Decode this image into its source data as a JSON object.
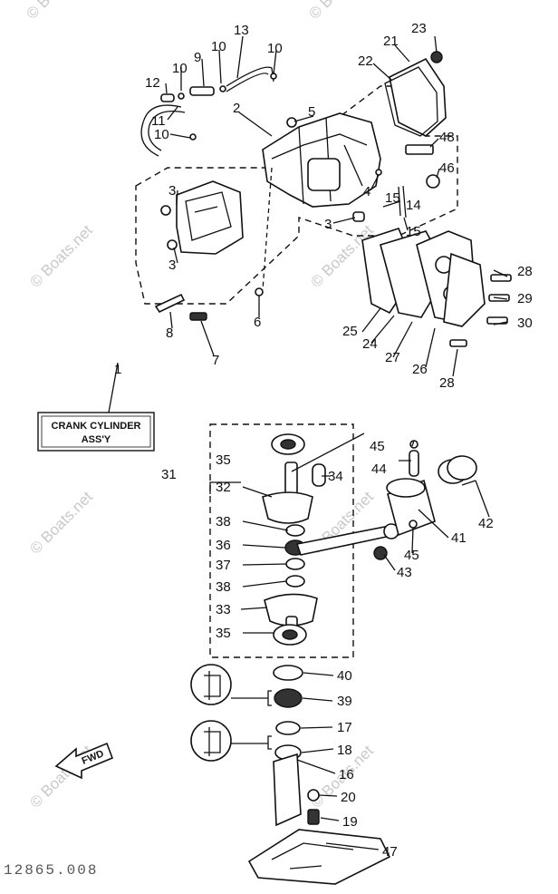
{
  "callout_box": {
    "line1": "CRANK CYLINDER",
    "line2": "ASS'Y"
  },
  "watermark_text": "© Boats.net",
  "fwd_label": "FWD",
  "footer_code": "12865.008",
  "labels": [
    {
      "id": "l23",
      "text": "23"
    },
    {
      "id": "l21",
      "text": "21"
    },
    {
      "id": "l22",
      "text": "22"
    },
    {
      "id": "l13",
      "text": "13"
    },
    {
      "id": "l10a",
      "text": "10"
    },
    {
      "id": "l9",
      "text": "9"
    },
    {
      "id": "l10b",
      "text": "10"
    },
    {
      "id": "l10c",
      "text": "10"
    },
    {
      "id": "l12",
      "text": "12"
    },
    {
      "id": "l11",
      "text": "11"
    },
    {
      "id": "l10d",
      "text": "10"
    },
    {
      "id": "l2",
      "text": "2"
    },
    {
      "id": "l5",
      "text": "5"
    },
    {
      "id": "l48",
      "text": "48"
    },
    {
      "id": "l46",
      "text": "46"
    },
    {
      "id": "l3a",
      "text": "3"
    },
    {
      "id": "l4",
      "text": "4"
    },
    {
      "id": "l15a",
      "text": "15"
    },
    {
      "id": "l14",
      "text": "14"
    },
    {
      "id": "l3b",
      "text": "3"
    },
    {
      "id": "l15b",
      "text": "15"
    },
    {
      "id": "l3c",
      "text": "3"
    },
    {
      "id": "l28a",
      "text": "28"
    },
    {
      "id": "l29",
      "text": "29"
    },
    {
      "id": "l30",
      "text": "30"
    },
    {
      "id": "l8",
      "text": "8"
    },
    {
      "id": "l6",
      "text": "6"
    },
    {
      "id": "l25",
      "text": "25"
    },
    {
      "id": "l24",
      "text": "24"
    },
    {
      "id": "l27",
      "text": "27"
    },
    {
      "id": "l26",
      "text": "26"
    },
    {
      "id": "l28b",
      "text": "28"
    },
    {
      "id": "l7",
      "text": "7"
    },
    {
      "id": "l1",
      "text": "1"
    },
    {
      "id": "l45a",
      "text": "45"
    },
    {
      "id": "l35a",
      "text": "35"
    },
    {
      "id": "l31",
      "text": "31"
    },
    {
      "id": "l32",
      "text": "32"
    },
    {
      "id": "l34",
      "text": "34"
    },
    {
      "id": "l44",
      "text": "44"
    },
    {
      "id": "l42",
      "text": "42"
    },
    {
      "id": "l38a",
      "text": "38"
    },
    {
      "id": "l36",
      "text": "36"
    },
    {
      "id": "l41",
      "text": "41"
    },
    {
      "id": "l45b",
      "text": "45"
    },
    {
      "id": "l37",
      "text": "37"
    },
    {
      "id": "l43",
      "text": "43"
    },
    {
      "id": "l38b",
      "text": "38"
    },
    {
      "id": "l33",
      "text": "33"
    },
    {
      "id": "l35b",
      "text": "35"
    },
    {
      "id": "l40",
      "text": "40"
    },
    {
      "id": "l39",
      "text": "39"
    },
    {
      "id": "l17",
      "text": "17"
    },
    {
      "id": "l18",
      "text": "18"
    },
    {
      "id": "l16",
      "text": "16"
    },
    {
      "id": "l20",
      "text": "20"
    },
    {
      "id": "l19",
      "text": "19"
    },
    {
      "id": "l47",
      "text": "47"
    }
  ]
}
